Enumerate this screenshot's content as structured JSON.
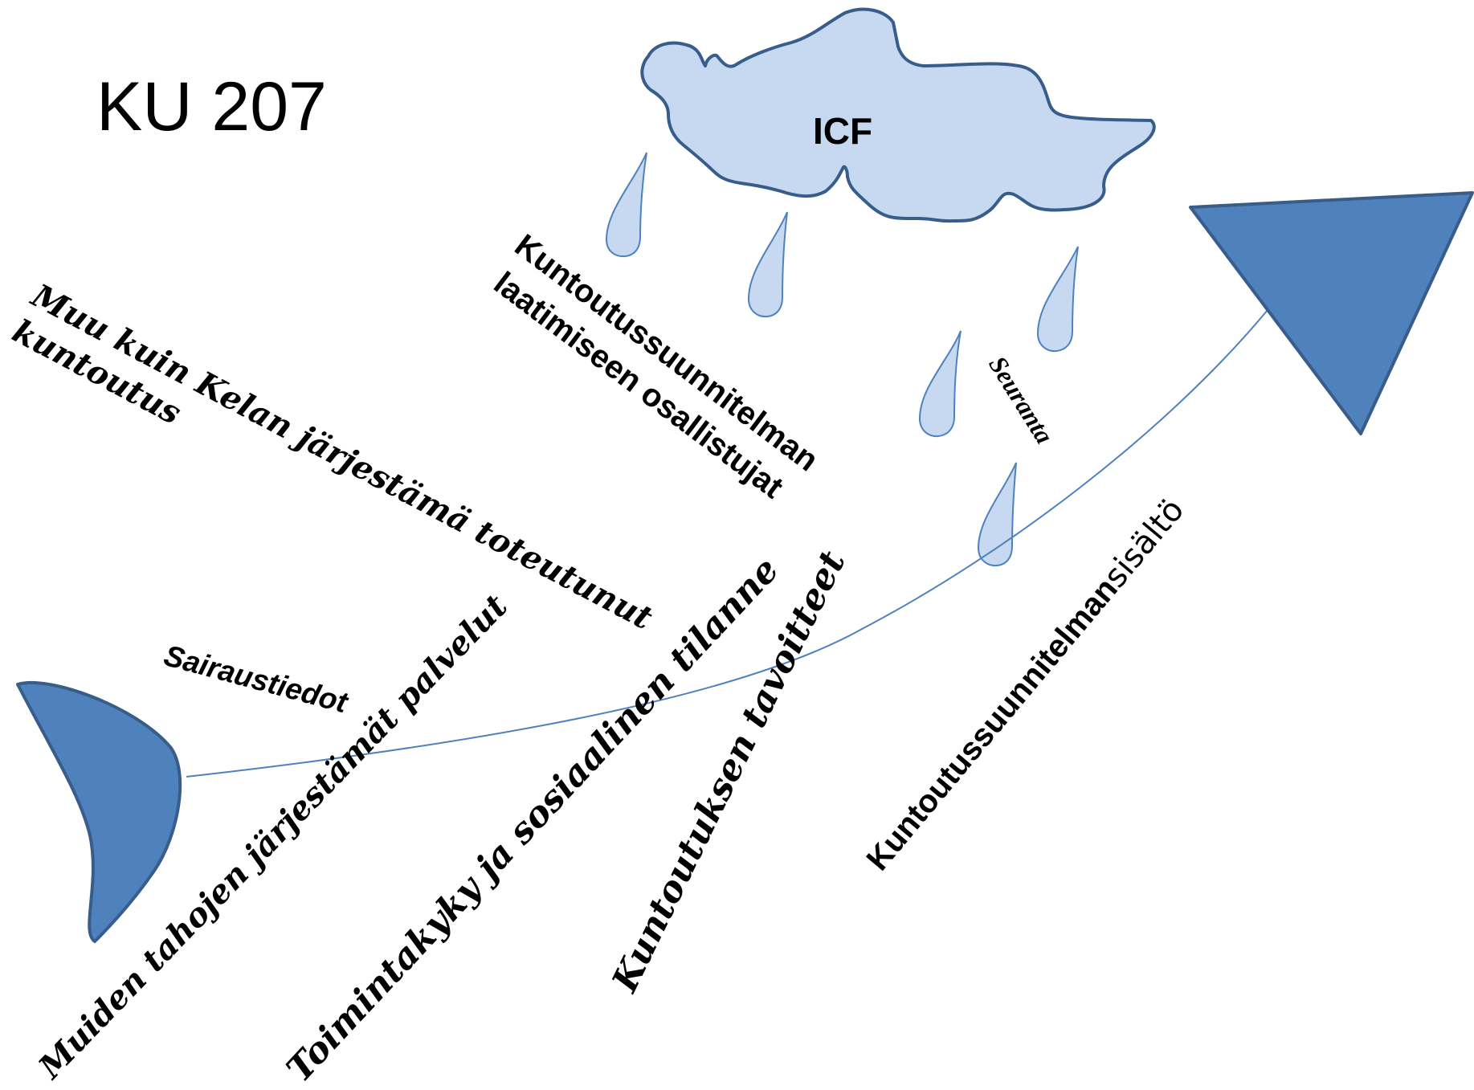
{
  "title": "KU 207",
  "cloud_label": "ICF",
  "labels": {
    "muu_line1": "Muu   kuin   Kelan   järjestämä   toteutunut",
    "muu_line2": "kuntoutus",
    "osallistujat_line1": "Kuntoutussuunnitelman",
    "osallistujat_line2": "laatimiseen osallistujat",
    "seuranta": "Seuranta",
    "sairaustiedot": "Sairaustiedot",
    "muiden": "Muiden tahojen järjestämät palvelut",
    "toimintakyky": "Toimintakyky ja sosiaalinen tilanne",
    "tavoitteet": "Kuntoutuksen tavoitteet",
    "sisalto_main": "Kuntoutussuunnitelman",
    "sisalto_end": "sisältö"
  },
  "colors": {
    "dark_blue": "#4F81BD",
    "outline_blue": "#385D8A",
    "light_blue": "#C6D9F1",
    "line_blue": "#4F81BD"
  }
}
